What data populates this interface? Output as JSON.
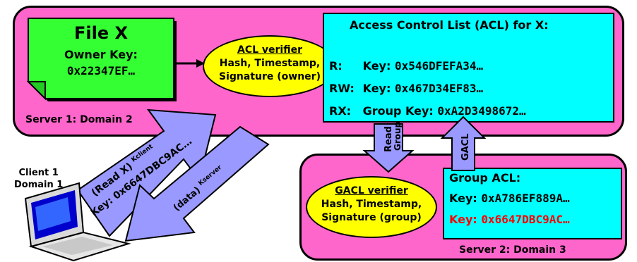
{
  "server1": {
    "label": "Server 1: Domain 2"
  },
  "server2": {
    "label": "Server 2: Domain 3"
  },
  "file": {
    "title": "File X",
    "owner_label": "Owner Key:",
    "owner_key": "0x22347EF…"
  },
  "acl_verifier": {
    "title": "ACL verifier",
    "line1": "Hash, Timestamp,",
    "line2": "Signature (owner)"
  },
  "acl": {
    "title": "Access Control List (ACL) for X:",
    "entries": [
      {
        "perm": "R:",
        "key_label": "Key:",
        "key": "0x546DFEFA34…"
      },
      {
        "perm": "RW:",
        "key_label": "Key:",
        "key": "0x467D34EF83…"
      },
      {
        "perm": "RX:",
        "key_label": "Group Key:",
        "key": "0xA2D3498672…"
      }
    ]
  },
  "gacl_verifier": {
    "title": "GACL verifier",
    "line1": "Hash, Timestamp,",
    "line2": "Signature (group)"
  },
  "group_acl": {
    "title": "Group ACL:",
    "entries": [
      {
        "key_label": "Key:",
        "key": "0xA786EF889A…"
      },
      {
        "key_label": "Key:",
        "key": "0x6647DBC9AC…"
      }
    ]
  },
  "client": {
    "line1": "Client 1",
    "line2": "Domain 1"
  },
  "arrows": {
    "read_group_line1": "Read",
    "read_group_line2": "Group",
    "gacl": "GACL",
    "request_line1": "(Read X)",
    "request_sup": "Kclient",
    "request_line2": "Key: 0x6647DBC9AC…",
    "response": "(data)",
    "response_sup": "Kserver"
  },
  "colors": {
    "server_bg": "#ff66cc",
    "acl_bg": "#00ffff",
    "verifier_bg": "#ffff00",
    "file_bg": "#33ff33",
    "arrow_fill": "#9999ff",
    "highlight_key": "#ff0000"
  }
}
